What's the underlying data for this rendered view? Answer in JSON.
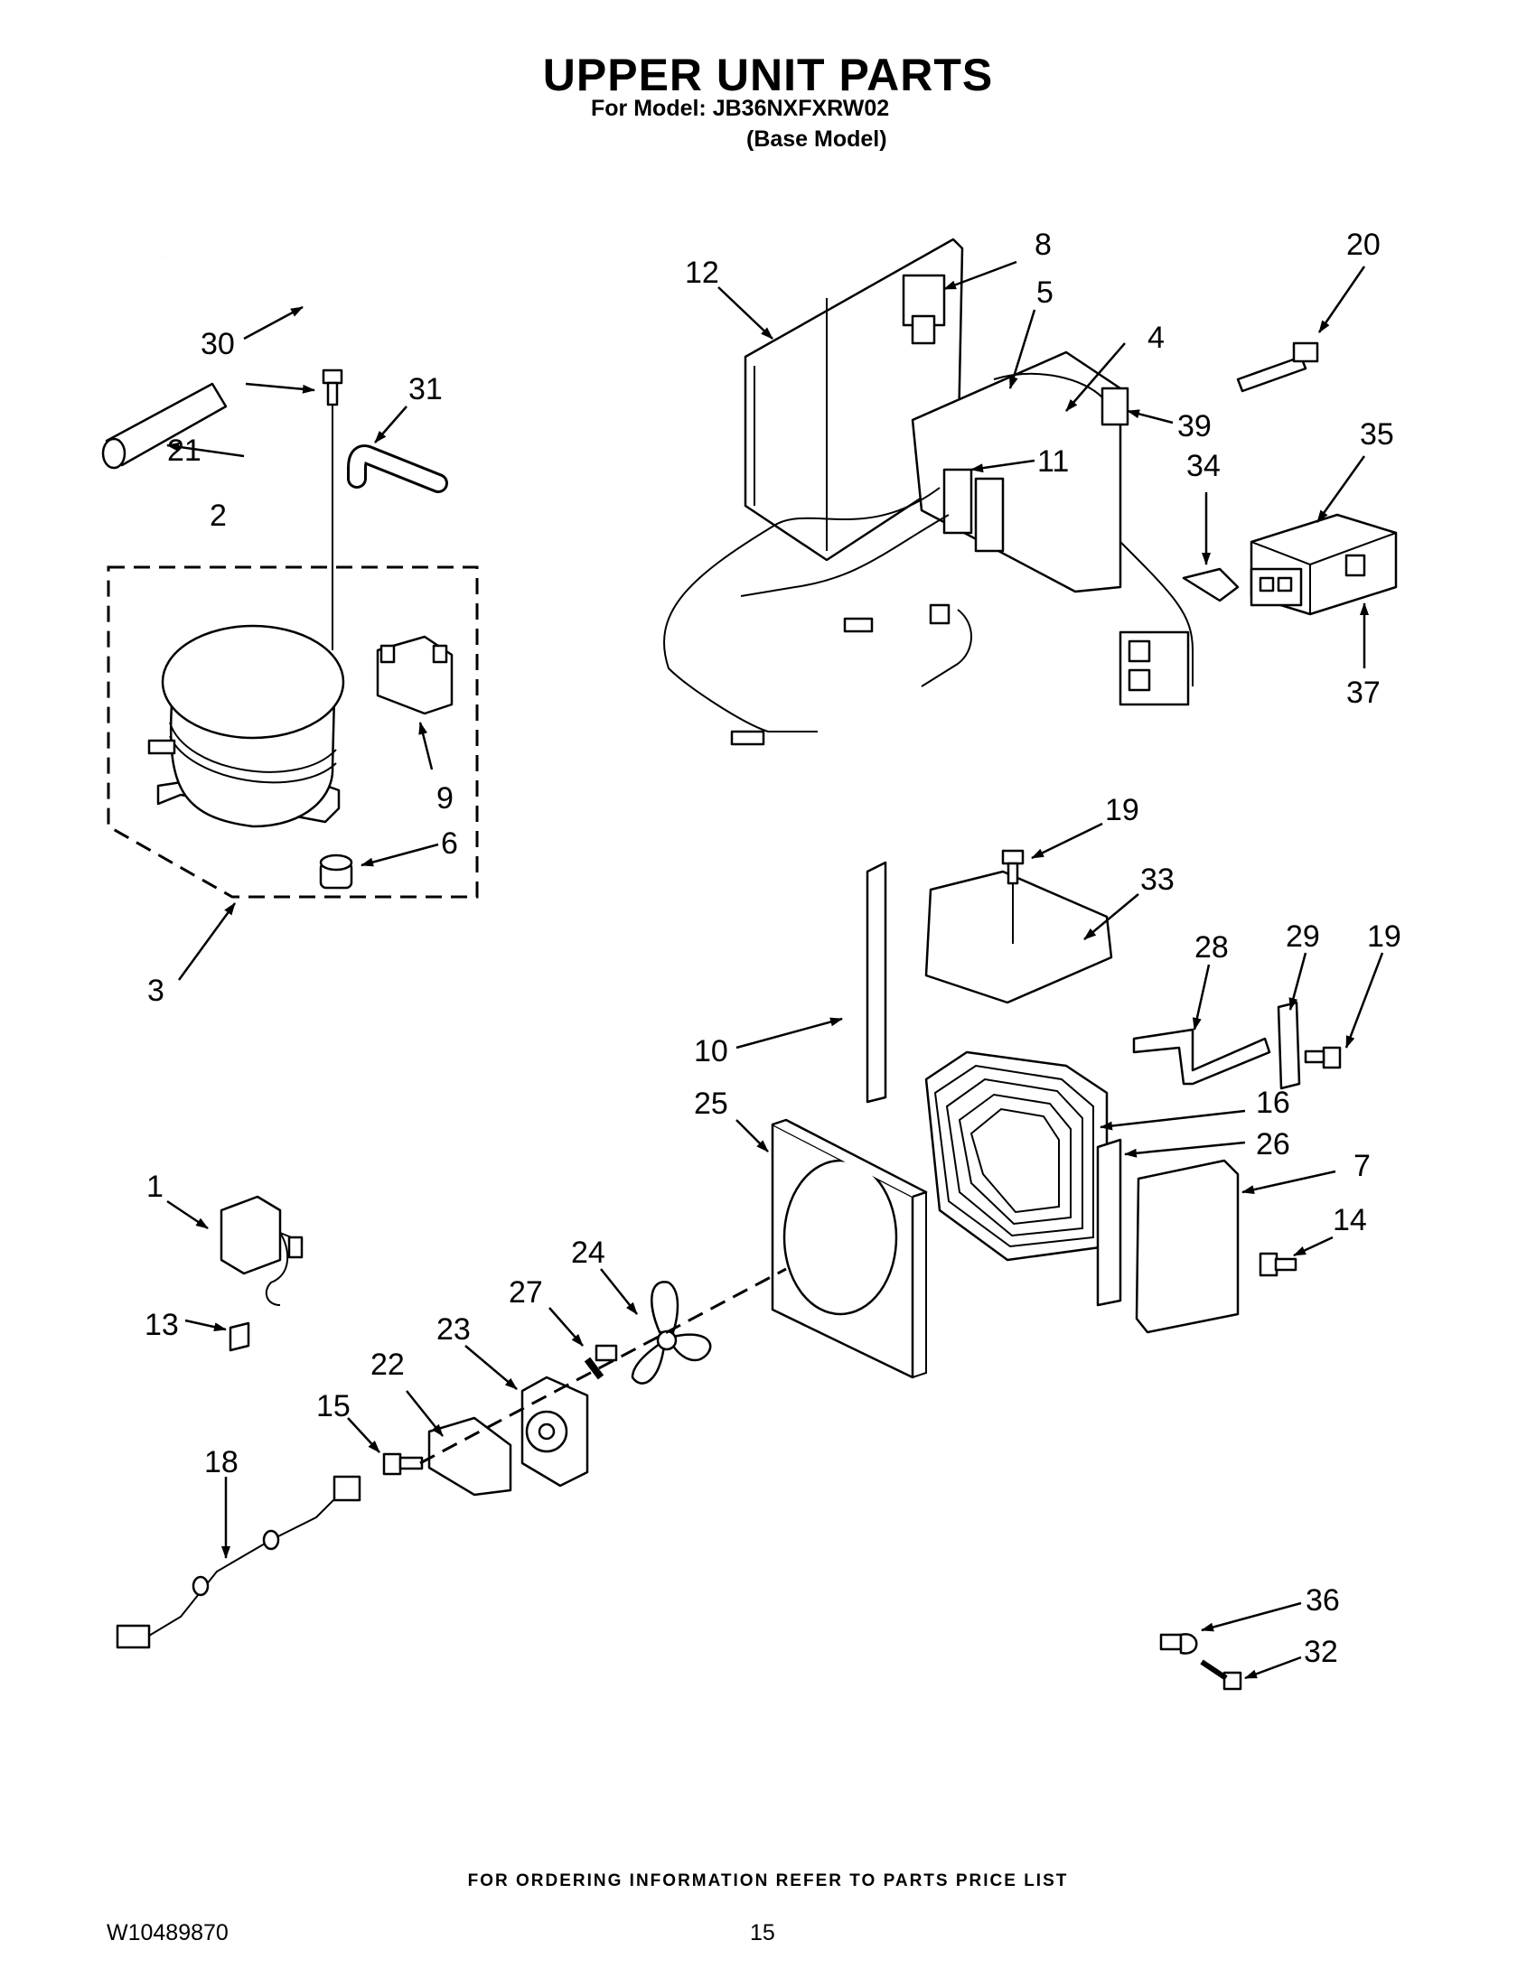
{
  "header": {
    "title": "UPPER UNIT PARTS",
    "model_line": "For Model: JB36NXFXRW02",
    "base_model": "(Base Model)"
  },
  "footer": {
    "note": "FOR ORDERING INFORMATION REFER TO PARTS PRICE LIST",
    "doc_number": "W10489870",
    "page": "15"
  },
  "callouts": {
    "c1": "1",
    "c2": "2",
    "c3": "3",
    "c4": "4",
    "c5": "5",
    "c6": "6",
    "c7": "7",
    "c8": "8",
    "c9": "9",
    "c10": "10",
    "c11": "11",
    "c12": "12",
    "c13": "13",
    "c14": "14",
    "c15": "15",
    "c16": "16",
    "c18": "18",
    "c19a": "19",
    "c19b": "19",
    "c20": "20",
    "c21": "21",
    "c22": "22",
    "c23": "23",
    "c24": "24",
    "c25": "25",
    "c26": "26",
    "c27": "27",
    "c28": "28",
    "c29": "29",
    "c30": "30",
    "c31": "31",
    "c32": "32",
    "c33": "33",
    "c34": "34",
    "c35": "35",
    "c36": "36",
    "c37": "37",
    "c39": "39"
  }
}
